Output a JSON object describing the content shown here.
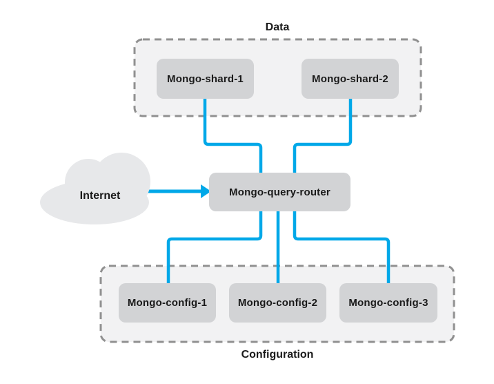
{
  "diagram": {
    "title_context": "MongoDB sharded cluster architecture",
    "internet": {
      "label": "Internet"
    },
    "router": {
      "label": "Mongo-query-router"
    },
    "data_group": {
      "label": "Data",
      "nodes": [
        {
          "label": "Mongo-shard-1"
        },
        {
          "label": "Mongo-shard-2"
        }
      ]
    },
    "config_group": {
      "label": "Configuration",
      "nodes": [
        {
          "label": "Mongo-config-1"
        },
        {
          "label": "Mongo-config-2"
        },
        {
          "label": "Mongo-config-3"
        }
      ]
    },
    "connections": [
      "Internet -> Mongo-query-router",
      "Mongo-shard-1 -> Mongo-query-router",
      "Mongo-shard-2 -> Mongo-query-router",
      "Mongo-query-router -> Mongo-config-1",
      "Mongo-query-router -> Mongo-config-2",
      "Mongo-query-router -> Mongo-config-3"
    ],
    "colors": {
      "connector": "#00a8e8",
      "node_fill": "#d2d3d5",
      "group_fill": "#f2f2f3",
      "group_border": "#909090",
      "cloud_fill": "#e7e8ea",
      "text": "#1a1a1a",
      "background": "#ffffff"
    }
  }
}
